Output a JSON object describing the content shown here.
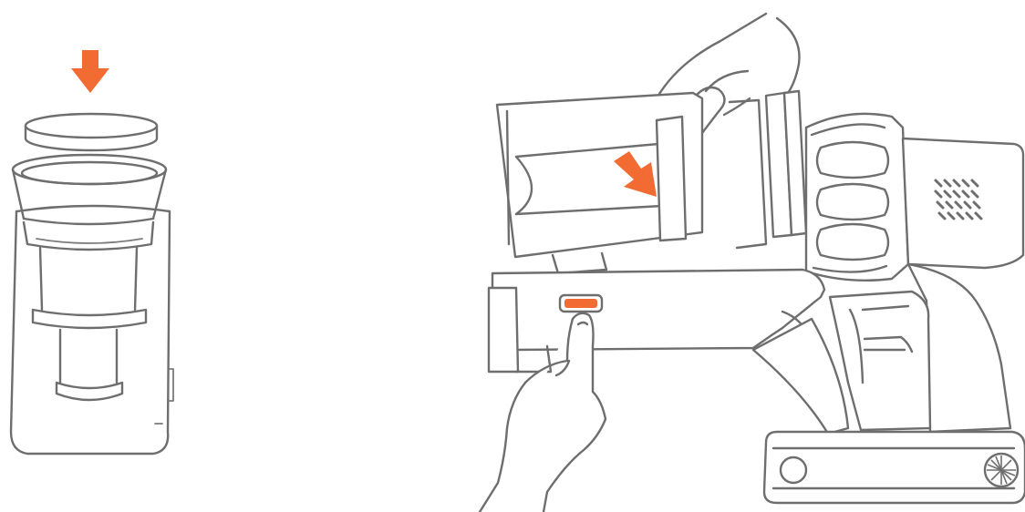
{
  "colors": {
    "accent": "#f26b33",
    "line": "#6e6e6e",
    "background": "#ffffff"
  },
  "steps": [
    {
      "id": "left",
      "icon": "press-down-arrow-icon"
    },
    {
      "id": "right",
      "icon": "insert-arrow-icon",
      "button": "release-button"
    }
  ]
}
